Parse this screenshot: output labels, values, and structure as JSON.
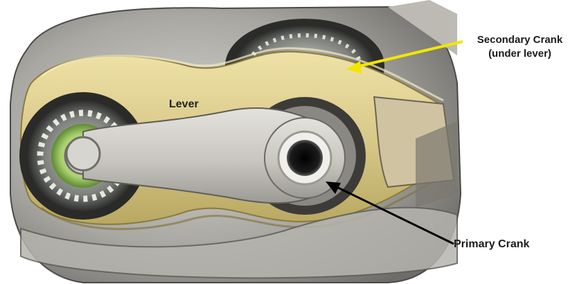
{
  "labels": {
    "secondary_crank_line1": "Secondary Crank",
    "secondary_crank_line2": "(under lever)",
    "lever": "Lever",
    "primary_crank": "Primary Crank"
  },
  "colors": {
    "background": "#ffffff",
    "arrow_secondary": "#f2e600",
    "arrow_primary": "#000000",
    "lever_brass": "#d9c98a",
    "crank_steel": "#c8c6bf",
    "housing": "#8c8a86"
  },
  "icons": {
    "arrow_secondary": "arrow-left-icon",
    "arrow_primary": "arrow-up-left-icon"
  }
}
